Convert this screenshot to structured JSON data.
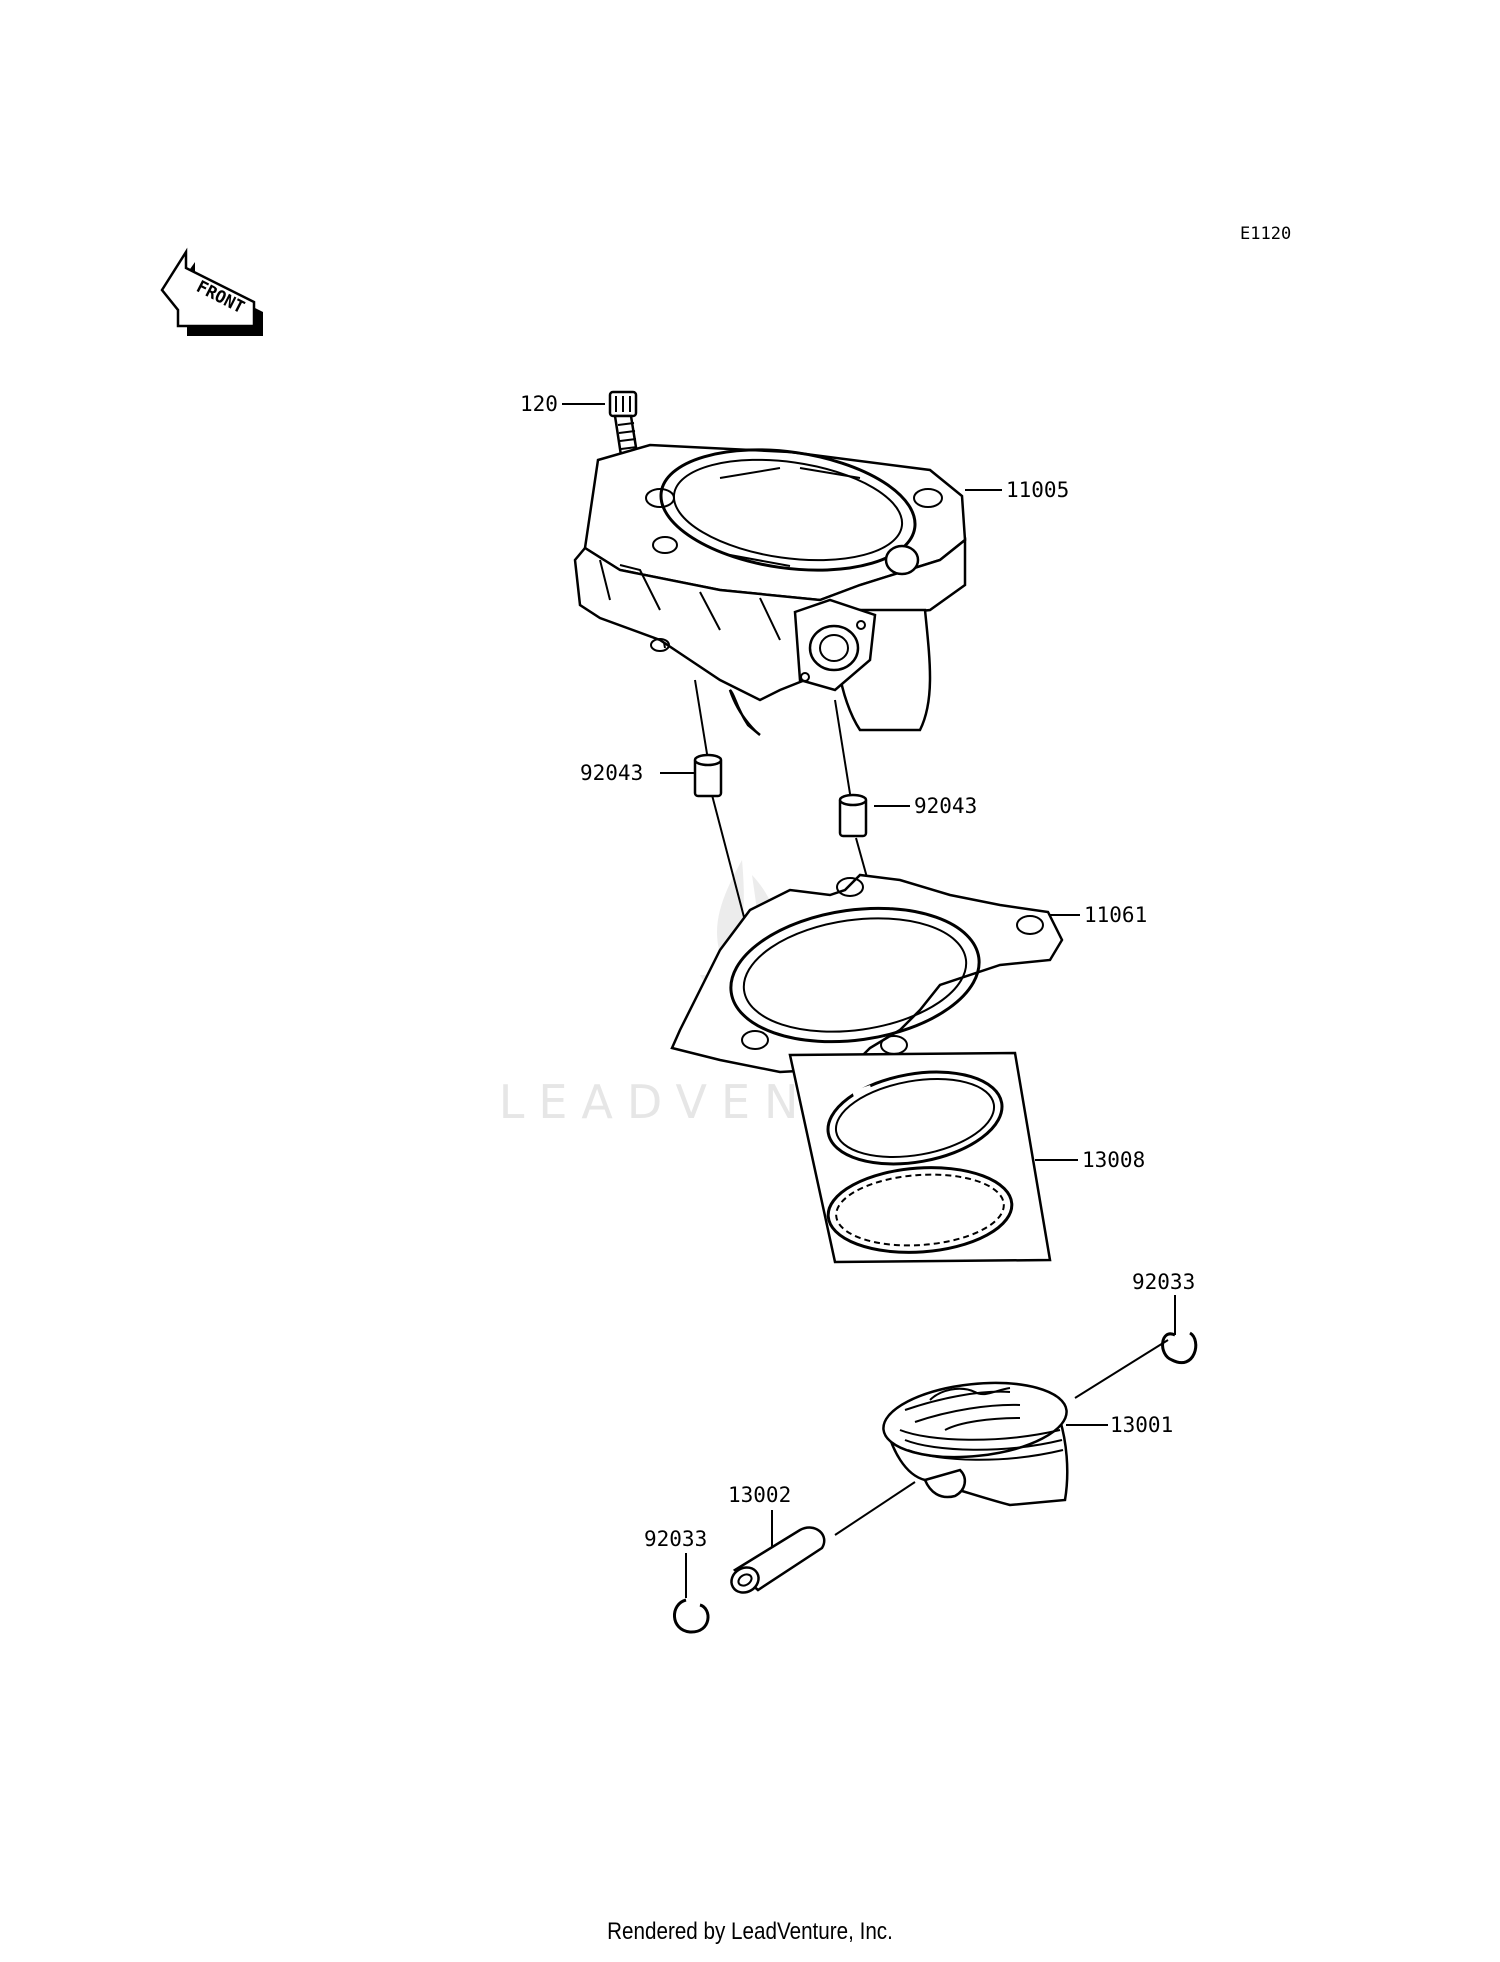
{
  "diagram_code": "E1120",
  "front_arrow_label": "FRONT",
  "watermark_text": "LEADVENTURE",
  "footer_text": "Rendered by LeadVenture, Inc.",
  "parts": {
    "bolt": "120",
    "cylinder": "11005",
    "dowel_left": "92043",
    "dowel_right": "92043",
    "gasket": "11061",
    "ring_set": "13008",
    "circlip_right": "92033",
    "piston": "13001",
    "piston_pin": "13002",
    "circlip_left": "92033"
  }
}
